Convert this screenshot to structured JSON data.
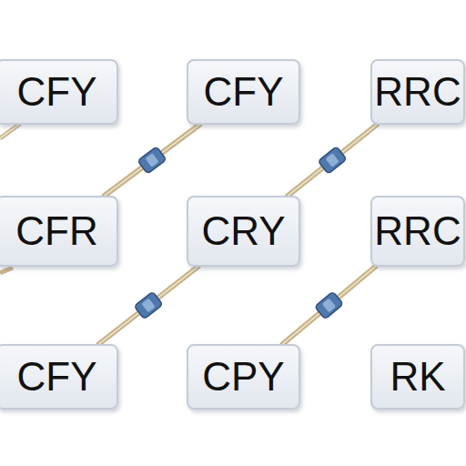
{
  "diagram": {
    "nodes": [
      {
        "text": [
          "CFY"
        ]
      },
      {
        "text": [
          "CFY"
        ]
      },
      {
        "text": [
          "RRC"
        ]
      },
      {
        "text": [
          "CFR"
        ]
      },
      {
        "text": [
          "CRY"
        ]
      },
      {
        "text": [
          "RRC"
        ]
      },
      {
        "text": [
          "CFY"
        ]
      },
      {
        "text": [
          "CPY"
        ]
      },
      {
        "text": [
          "RK"
        ]
      }
    ],
    "edges": [
      {
        "from": 3,
        "to": 1,
        "arrow": "none"
      },
      {
        "from": 4,
        "to": 2,
        "arrow": "none"
      },
      {
        "from": 6,
        "to": 4,
        "arrow": "none"
      },
      {
        "from": 7,
        "to": 5,
        "arrow": "none"
      }
    ]
  }
}
